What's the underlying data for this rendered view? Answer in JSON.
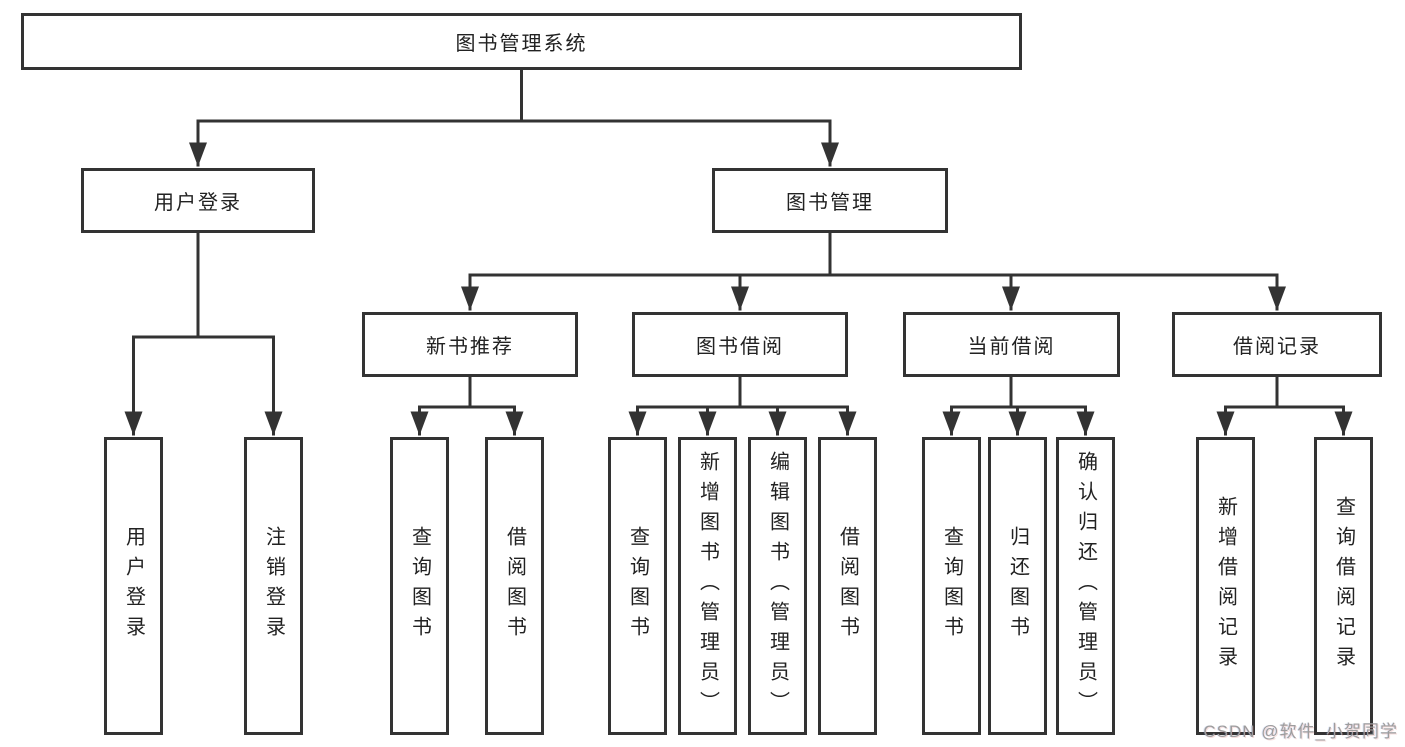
{
  "diagram": {
    "root": {
      "label": "图书管理系统"
    },
    "level2": [
      {
        "label": "用户登录"
      },
      {
        "label": "图书管理"
      }
    ],
    "level3": [
      {
        "label": "新书推荐",
        "parent": "图书管理"
      },
      {
        "label": "图书借阅",
        "parent": "图书管理"
      },
      {
        "label": "当前借阅",
        "parent": "图书管理"
      },
      {
        "label": "借阅记录",
        "parent": "图书管理"
      }
    ],
    "leaves": [
      {
        "label": "用户登录",
        "parent": "用户登录"
      },
      {
        "label": "注销登录",
        "parent": "用户登录"
      },
      {
        "label": "查询图书",
        "parent": "新书推荐"
      },
      {
        "label": "借阅图书",
        "parent": "新书推荐"
      },
      {
        "label": "查询图书",
        "parent": "图书借阅"
      },
      {
        "label": "新增图书（管理员）",
        "parent": "图书借阅"
      },
      {
        "label": "编辑图书（管理员）",
        "parent": "图书借阅"
      },
      {
        "label": "借阅图书",
        "parent": "图书借阅"
      },
      {
        "label": "查询图书",
        "parent": "当前借阅"
      },
      {
        "label": "归还图书",
        "parent": "当前借阅"
      },
      {
        "label": "确认归还（管理员）",
        "parent": "当前借阅"
      },
      {
        "label": "新增借阅记录",
        "parent": "借阅记录"
      },
      {
        "label": "查询借阅记录",
        "parent": "借阅记录"
      }
    ]
  },
  "colors": {
    "line": "#333333",
    "text": "#222222",
    "background": "#ffffff",
    "watermark": "#9d9d9d"
  },
  "watermark": {
    "text": "CSDN @软件_小贺同学"
  }
}
